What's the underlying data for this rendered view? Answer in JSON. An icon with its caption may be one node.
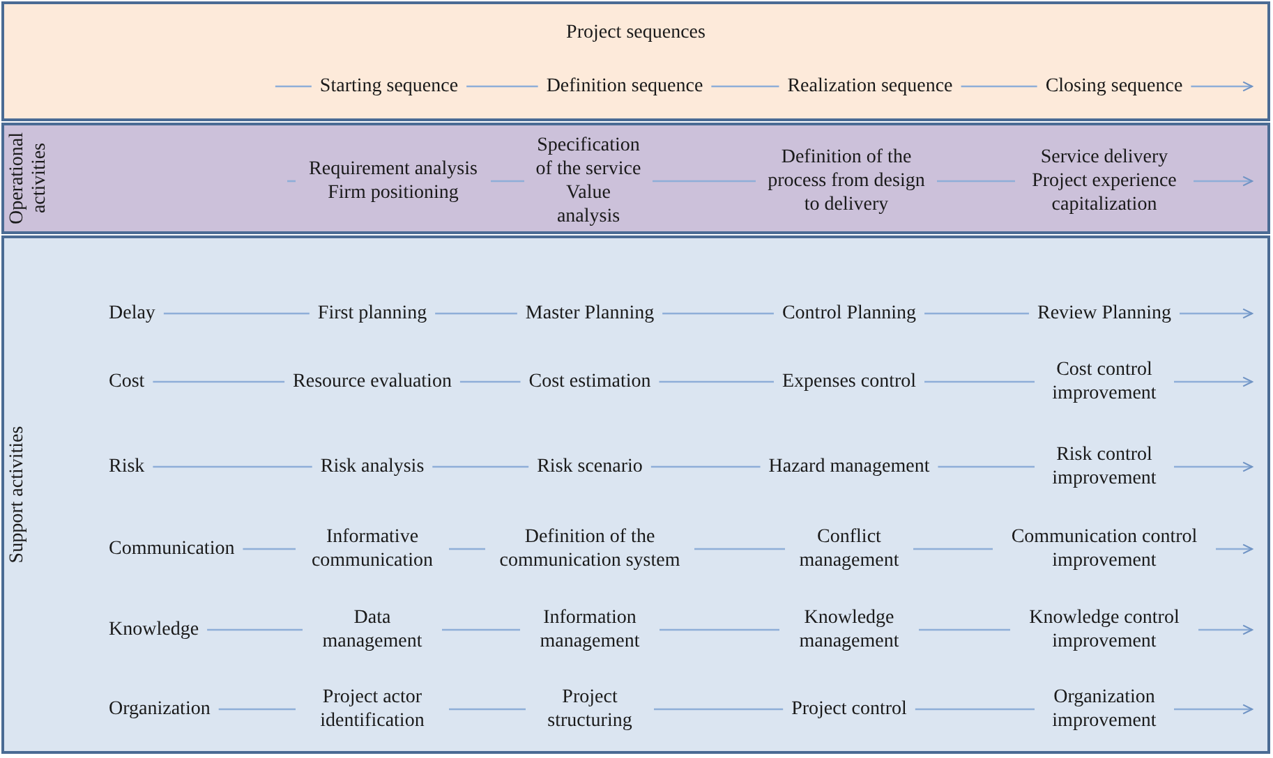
{
  "diagram": {
    "nodes": [
      {
        "text": [
          "Project sequences"
        ]
      },
      {
        "text": [
          "Starting sequence"
        ],
        "in": 0
      },
      {
        "text": [
          "Definition sequence"
        ],
        "in": 0
      },
      {
        "text": [
          "Realization sequence"
        ],
        "in": 0
      },
      {
        "text": [
          "Closing sequence"
        ],
        "in": 0
      },
      {
        "text": [
          "Operational activities"
        ]
      },
      {
        "text": [
          "Requirement analysis Firm positioning"
        ],
        "in": 5
      },
      {
        "text": [
          "Specification of the service Value analysis"
        ],
        "in": 5
      },
      {
        "text": [
          "Definition of the process from design to delivery"
        ],
        "in": 5
      },
      {
        "text": [
          "Service delivery Project experience capitalization"
        ],
        "in": 5
      },
      {
        "text": [
          "Support activities"
        ]
      },
      {
        "text": [
          "Delay"
        ],
        "in": 10
      },
      {
        "text": [
          "First planning"
        ],
        "in": 10
      },
      {
        "text": [
          "Master Planning"
        ],
        "in": 10
      },
      {
        "text": [
          "Control Planning"
        ],
        "in": 10
      },
      {
        "text": [
          "Review Planning"
        ],
        "in": 10
      },
      {
        "text": [
          "Cost"
        ],
        "in": 10
      },
      {
        "text": [
          "Resource evaluation"
        ],
        "in": 10
      },
      {
        "text": [
          "Cost estimation"
        ],
        "in": 10
      },
      {
        "text": [
          "Expenses control"
        ],
        "in": 10
      },
      {
        "text": [
          "Cost control improvement"
        ],
        "in": 10
      },
      {
        "text": [
          "Risk"
        ],
        "in": 10
      },
      {
        "text": [
          "Risk analysis"
        ],
        "in": 10
      },
      {
        "text": [
          "Risk scenario"
        ],
        "in": 10
      },
      {
        "text": [
          "Hazard management"
        ],
        "in": 10
      },
      {
        "text": [
          "Risk control improvement"
        ],
        "in": 10
      },
      {
        "text": [
          "Communication"
        ],
        "in": 10
      },
      {
        "text": [
          "Informative communication"
        ],
        "in": 10
      },
      {
        "text": [
          "Definition of the communication system"
        ],
        "in": 10
      },
      {
        "text": [
          "Conflict management"
        ],
        "in": 10
      },
      {
        "text": [
          "Communication control improvement"
        ],
        "in": 10
      },
      {
        "text": [
          "Knowledge"
        ],
        "in": 10
      },
      {
        "text": [
          "Data management"
        ],
        "in": 10
      },
      {
        "text": [
          "Information management"
        ],
        "in": 10
      },
      {
        "text": [
          "Knowledge management"
        ],
        "in": 10
      },
      {
        "text": [
          "Knowledge control improvement"
        ],
        "in": 10
      },
      {
        "text": [
          "Organization"
        ],
        "in": 10
      },
      {
        "text": [
          "Project actor identification"
        ],
        "in": 10
      },
      {
        "text": [
          "Project structuring"
        ],
        "in": 10
      },
      {
        "text": [
          "Project control"
        ],
        "in": 10
      },
      {
        "text": [
          "Organization improvement"
        ],
        "in": 10
      }
    ],
    "edges": [
      {
        "from": null,
        "to": 1,
        "arrow": "none"
      },
      {
        "from": 1,
        "to": 2,
        "arrow": "none"
      },
      {
        "from": 2,
        "to": 3,
        "arrow": "none"
      },
      {
        "from": 3,
        "to": 4,
        "arrow": "none"
      },
      {
        "from": 4,
        "to": null,
        "arrow": "to"
      },
      {
        "from": null,
        "to": 6,
        "arrow": "none"
      },
      {
        "from": 6,
        "to": 7,
        "arrow": "none"
      },
      {
        "from": 7,
        "to": 8,
        "arrow": "none"
      },
      {
        "from": 8,
        "to": 9,
        "arrow": "none"
      },
      {
        "from": 9,
        "to": null,
        "arrow": "to"
      },
      {
        "from": 11,
        "to": 12,
        "arrow": "none"
      },
      {
        "from": 12,
        "to": 13,
        "arrow": "none"
      },
      {
        "from": 13,
        "to": 14,
        "arrow": "none"
      },
      {
        "from": 14,
        "to": 15,
        "arrow": "none"
      },
      {
        "from": 15,
        "to": null,
        "arrow": "to"
      },
      {
        "from": 16,
        "to": 17,
        "arrow": "none"
      },
      {
        "from": 17,
        "to": 18,
        "arrow": "none"
      },
      {
        "from": 18,
        "to": 19,
        "arrow": "none"
      },
      {
        "from": 19,
        "to": 20,
        "arrow": "none"
      },
      {
        "from": 20,
        "to": null,
        "arrow": "to"
      },
      {
        "from": 21,
        "to": 22,
        "arrow": "none"
      },
      {
        "from": 22,
        "to": 23,
        "arrow": "none"
      },
      {
        "from": 23,
        "to": 24,
        "arrow": "none"
      },
      {
        "from": 24,
        "to": 25,
        "arrow": "none"
      },
      {
        "from": 25,
        "to": null,
        "arrow": "to"
      },
      {
        "from": 26,
        "to": 27,
        "arrow": "none"
      },
      {
        "from": 27,
        "to": 28,
        "arrow": "none"
      },
      {
        "from": 28,
        "to": 29,
        "arrow": "none"
      },
      {
        "from": 29,
        "to": 30,
        "arrow": "none"
      },
      {
        "from": 30,
        "to": null,
        "arrow": "to"
      },
      {
        "from": 31,
        "to": 32,
        "arrow": "none"
      },
      {
        "from": 32,
        "to": 33,
        "arrow": "none"
      },
      {
        "from": 33,
        "to": 34,
        "arrow": "none"
      },
      {
        "from": 34,
        "to": 35,
        "arrow": "none"
      },
      {
        "from": 35,
        "to": null,
        "arrow": "to"
      },
      {
        "from": 36,
        "to": 37,
        "arrow": "none"
      },
      {
        "from": 37,
        "to": 38,
        "arrow": "none"
      },
      {
        "from": 38,
        "to": 39,
        "arrow": "none"
      },
      {
        "from": 39,
        "to": 40,
        "arrow": "none"
      },
      {
        "from": 40,
        "to": null,
        "arrow": "to"
      }
    ]
  }
}
